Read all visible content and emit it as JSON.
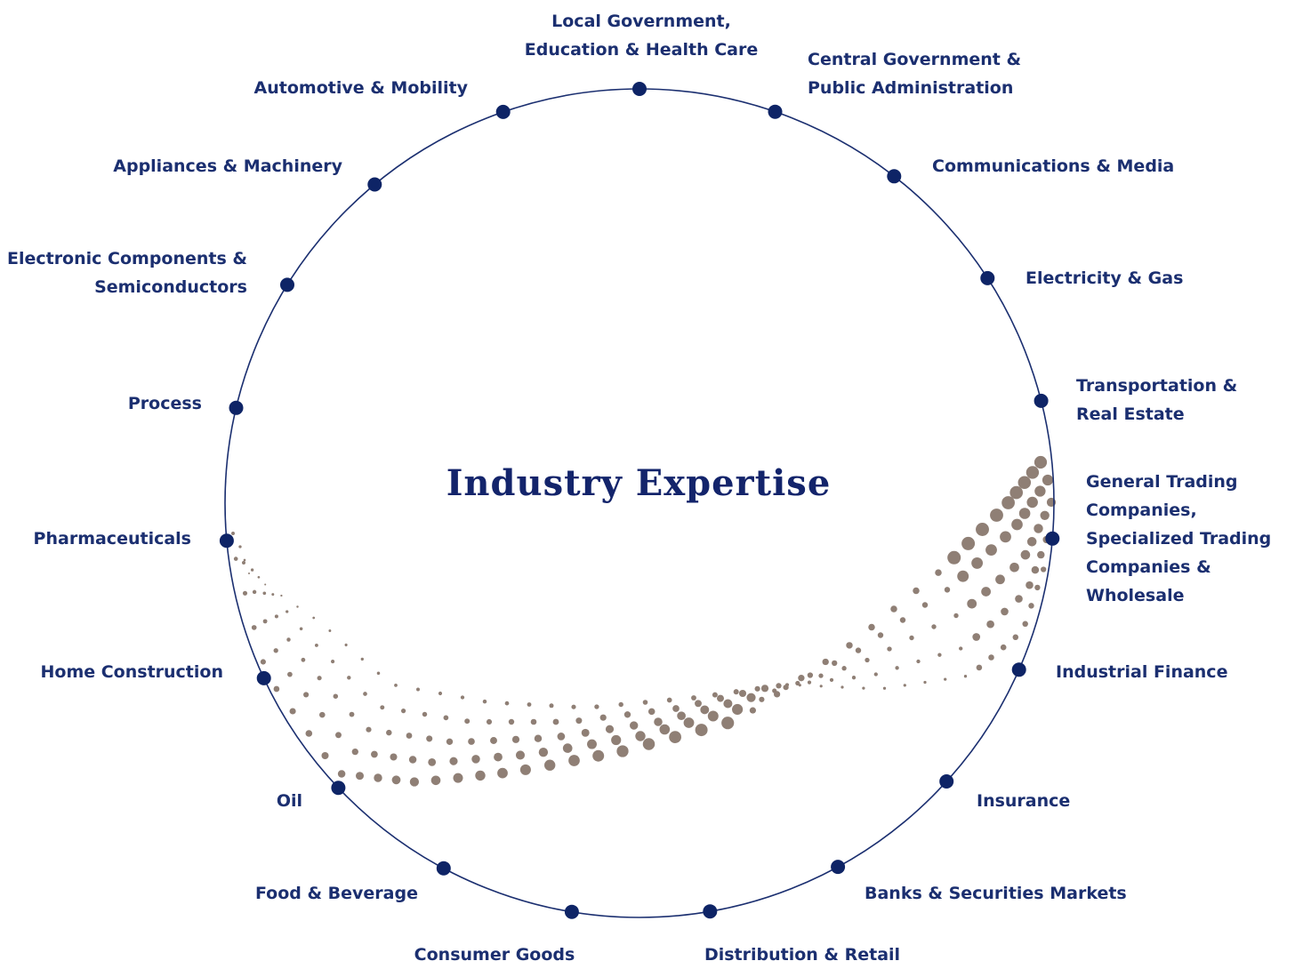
{
  "title": "Industry Expertise",
  "colors": {
    "circle_stroke": "#1b2f70",
    "node_fill": "#0e2466",
    "label_text": "#1b2f70",
    "title_text": "#13246b",
    "dot_pattern": "#8f7f75"
  },
  "industries": [
    {
      "id": "local-government",
      "lines": [
        "Local Government,",
        "Education & Health Care"
      ]
    },
    {
      "id": "central-government",
      "lines": [
        "Central Government &",
        "Public Administration"
      ]
    },
    {
      "id": "communications-media",
      "lines": [
        "Communications & Media"
      ]
    },
    {
      "id": "electricity-gas",
      "lines": [
        "Electricity & Gas"
      ]
    },
    {
      "id": "transportation-real-estate",
      "lines": [
        "Transportation &",
        "Real Estate"
      ]
    },
    {
      "id": "general-trading",
      "lines": [
        "General Trading",
        "Companies,",
        "Specialized Trading",
        "Companies &",
        "Wholesale"
      ]
    },
    {
      "id": "industrial-finance",
      "lines": [
        "Industrial Finance"
      ]
    },
    {
      "id": "insurance",
      "lines": [
        "Insurance"
      ]
    },
    {
      "id": "banks-securities",
      "lines": [
        "Banks & Securities Markets"
      ]
    },
    {
      "id": "distribution-retail",
      "lines": [
        "Distribution & Retail"
      ]
    },
    {
      "id": "consumer-goods",
      "lines": [
        "Consumer Goods"
      ]
    },
    {
      "id": "food-beverage",
      "lines": [
        "Food & Beverage"
      ]
    },
    {
      "id": "oil",
      "lines": [
        "Oil"
      ]
    },
    {
      "id": "home-construction",
      "lines": [
        "Home Construction"
      ]
    },
    {
      "id": "pharmaceuticals",
      "lines": [
        "Pharmaceuticals"
      ]
    },
    {
      "id": "process",
      "lines": [
        "Process"
      ]
    },
    {
      "id": "electronic-components",
      "lines": [
        "Electronic Components &",
        "Semiconductors"
      ]
    },
    {
      "id": "appliances-machinery",
      "lines": [
        "Appliances & Machinery"
      ]
    },
    {
      "id": "automotive-mobility",
      "lines": [
        "Automotive & Mobility"
      ]
    }
  ]
}
